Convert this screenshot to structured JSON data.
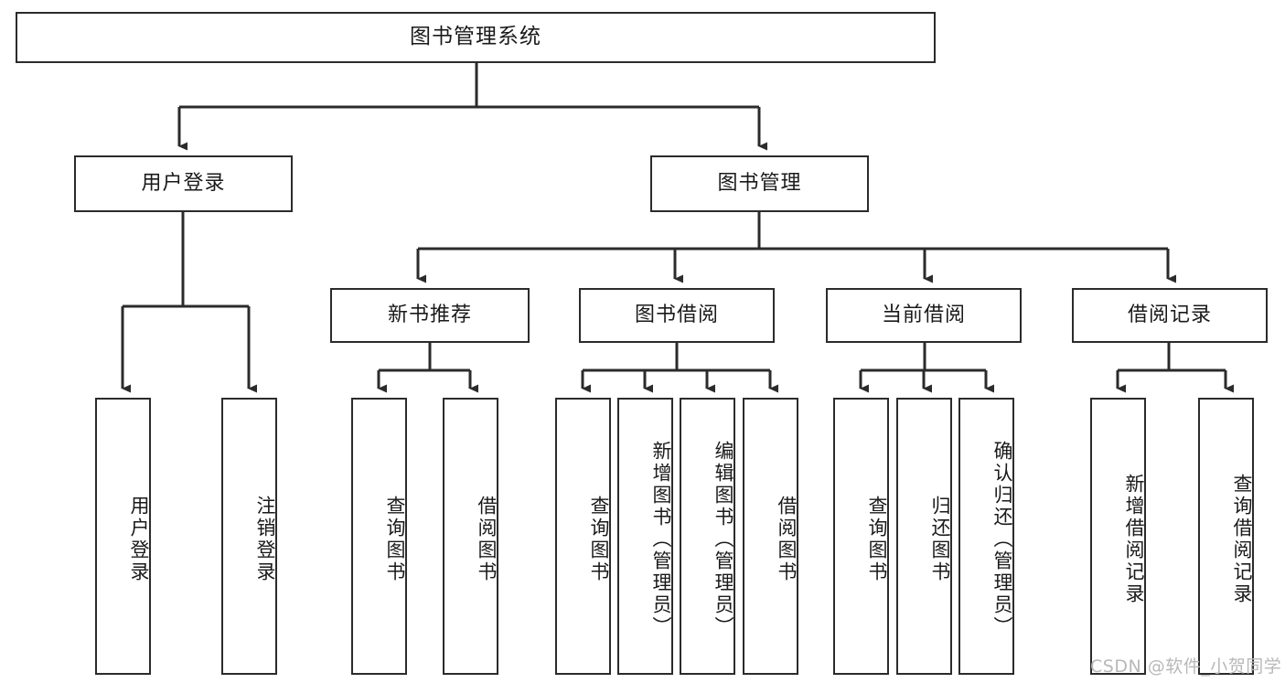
{
  "diagram": {
    "title": "图书管理系统",
    "type": "tree-hierarchy",
    "watermark": "CSDN @软件_小贺同学",
    "levels": {
      "root": {
        "label": "图书管理系统"
      },
      "level2": [
        {
          "label": "用户登录"
        },
        {
          "label": "图书管理"
        }
      ],
      "level3": [
        {
          "label": "新书推荐"
        },
        {
          "label": "图书借阅"
        },
        {
          "label": "当前借阅"
        },
        {
          "label": "借阅记录"
        }
      ],
      "leaves": {
        "user_login": [
          {
            "label": "用户登录"
          },
          {
            "label": "注销登录"
          }
        ],
        "new_book": [
          {
            "label": "查询图书"
          },
          {
            "label": "借阅图书"
          }
        ],
        "book_borrow": [
          {
            "label": "查询图书"
          },
          {
            "label": "新增图书（管理员）"
          },
          {
            "label": "编辑图书（管理员）"
          },
          {
            "label": "借阅图书"
          }
        ],
        "current_borrow": [
          {
            "label": "查询图书"
          },
          {
            "label": "归还图书"
          },
          {
            "label": "确认归还（管理员）"
          }
        ],
        "borrow_record": [
          {
            "label": "新增借阅记录"
          },
          {
            "label": "查询借阅记录"
          }
        ]
      }
    },
    "colors": {
      "stroke": "#2b2b2b",
      "fill": "#ffffff",
      "text": "#1a1a1a",
      "watermark": "#b8b8b8"
    }
  }
}
